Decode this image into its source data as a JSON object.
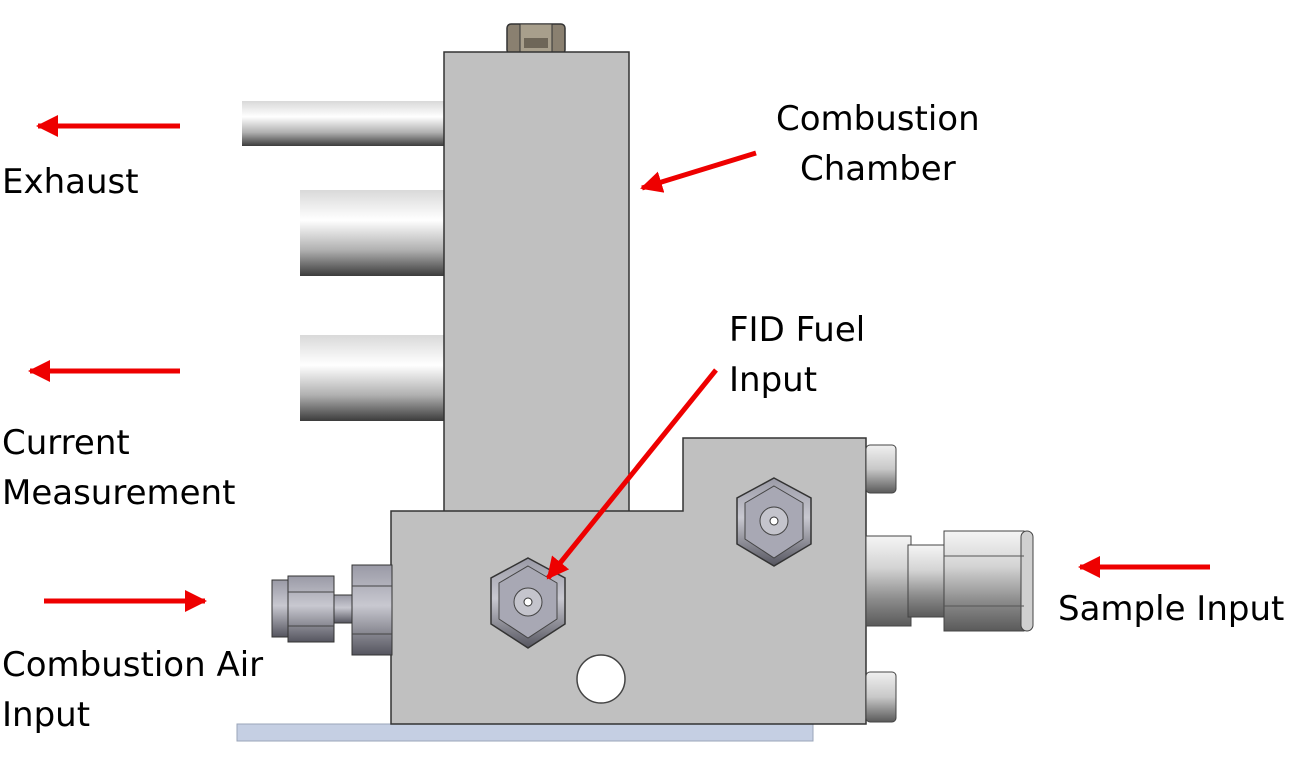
{
  "labels": {
    "exhaust": [
      "Exhaust"
    ],
    "combustion_chamber": [
      "Combustion",
      "Chamber"
    ],
    "fid_fuel_input": [
      "FID Fuel",
      "Input"
    ],
    "current_measurement": [
      "Current",
      "Measurement"
    ],
    "combustion_air_input": [
      "Combustion Air",
      "Input"
    ],
    "sample_input": [
      "Sample Input"
    ]
  },
  "colors": {
    "arrow": "#ee0000",
    "body": "#c0c0c0",
    "base_plate": "#c5cfe3",
    "fitting": "#8c8c9a"
  }
}
